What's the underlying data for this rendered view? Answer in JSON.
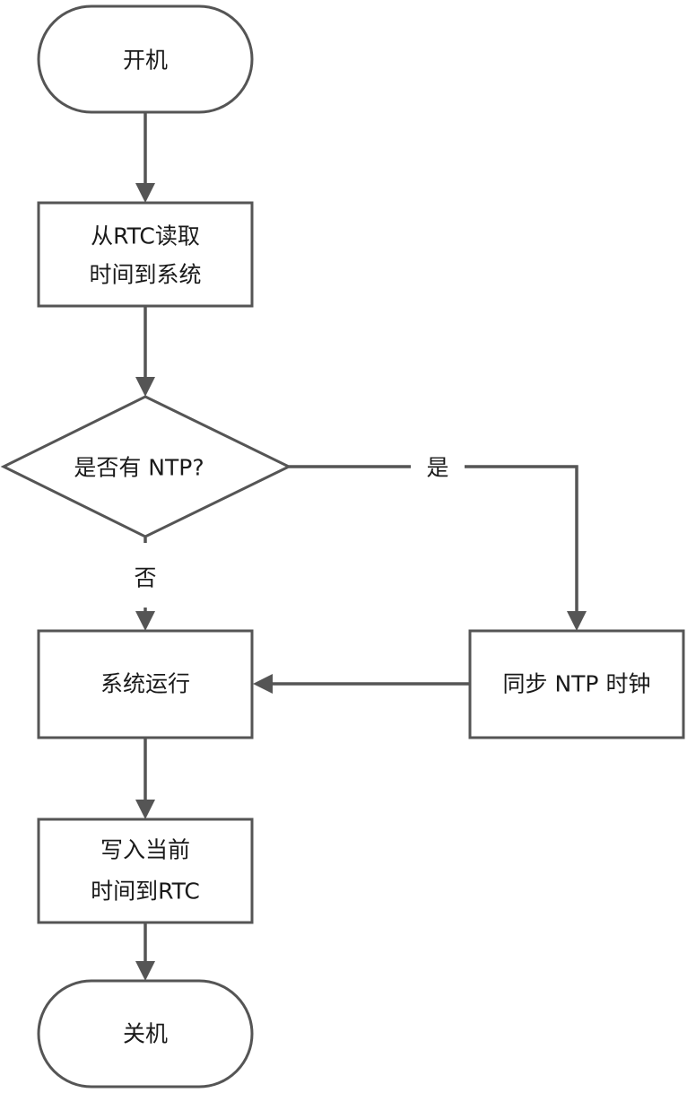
{
  "nodes": {
    "start": {
      "text": "开机"
    },
    "read_rtc": {
      "lines": [
        "从RTC读取",
        "时间到系统"
      ]
    },
    "has_ntp": {
      "text": "是否有 NTP?"
    },
    "sync_ntp": {
      "text": "同步 NTP 时钟"
    },
    "running": {
      "text": "系统运行"
    },
    "write_rtc": {
      "lines": [
        "写入当前",
        "时间到RTC"
      ]
    },
    "shutdown": {
      "text": "关机"
    }
  },
  "edges": {
    "yes_label": "是",
    "no_label": "否"
  }
}
